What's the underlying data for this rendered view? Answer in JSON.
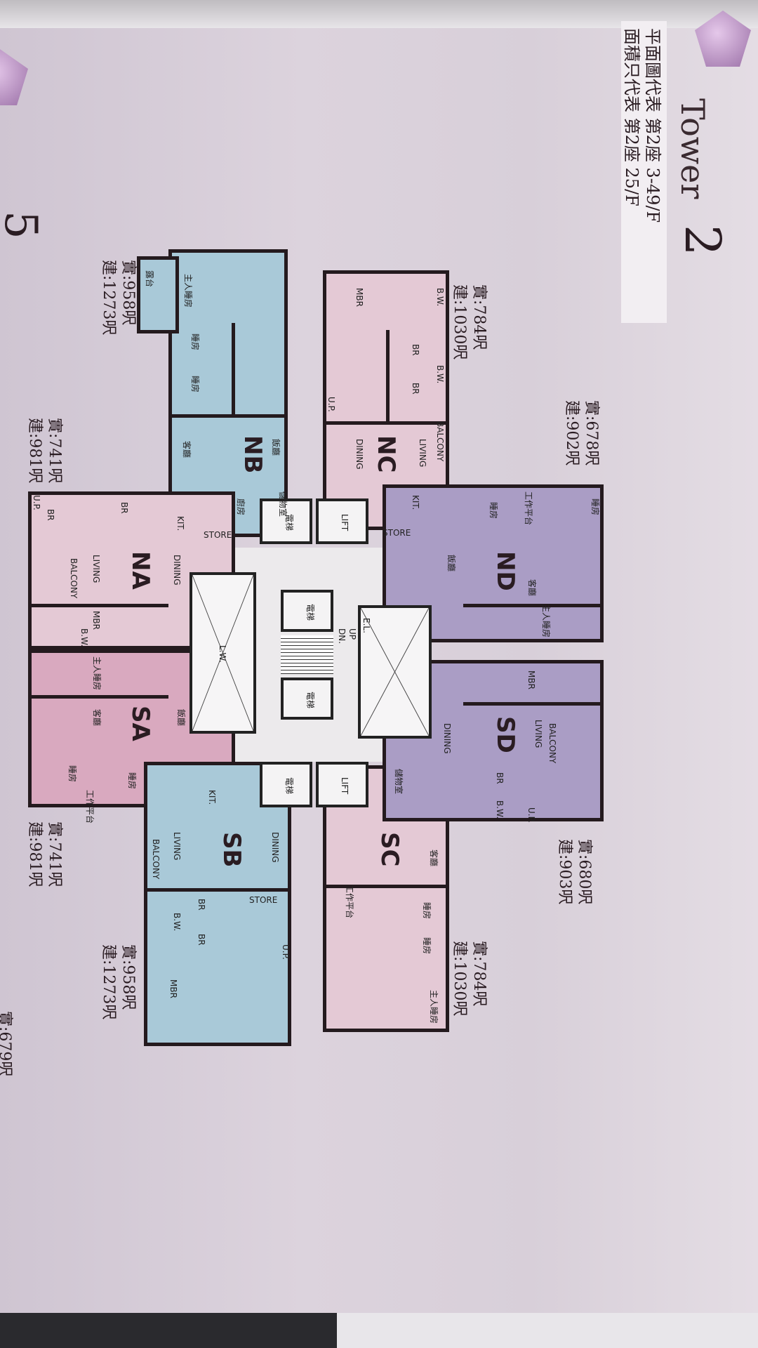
{
  "header": {
    "title": "Tower",
    "title_number": "2",
    "subtitle_lines": [
      "平面圖代表 第2座 3-49/F",
      "面積只代表 第2座 25/F"
    ]
  },
  "left_edge": {
    "partial_number": "5",
    "partial_area": "實:679呎"
  },
  "colors": {
    "background": "#d8cfd9",
    "unit_blue": "#a9c9d8",
    "unit_pink": "#e4c9d5",
    "unit_rose": "#d9a9bf",
    "unit_purple": "#aa9dc5",
    "core": "#eceaec"
  },
  "units": {
    "NA": {
      "name": "NA",
      "saleable": "實:741呎",
      "gross": "建:981呎",
      "rooms": [
        "LIVING",
        "DINING",
        "BALCONY",
        "MBR",
        "BR",
        "BR",
        "B.W.",
        "U.P."
      ]
    },
    "NB": {
      "name": "NB",
      "saleable": "實:958呎",
      "gross": "建:1273呎",
      "rooms": [
        "客廳",
        "飯廳",
        "主人睡房",
        "睡房",
        "睡房",
        "廚房",
        "儲物室",
        "STORE",
        "KIT.",
        "露台"
      ]
    },
    "NC": {
      "name": "NC",
      "saleable": "實:784呎",
      "gross": "建:1030呎",
      "rooms": [
        "LIVING",
        "DINING",
        "BALCONY",
        "MBR",
        "BR",
        "BR",
        "B.W.",
        "B.W.",
        "U.P.",
        "KIT.",
        "STORE"
      ]
    },
    "ND": {
      "name": "ND",
      "saleable": "實:678呎",
      "gross": "建:902呎",
      "rooms": [
        "飯廳",
        "客廳",
        "主人睡房",
        "睡房",
        "睡房",
        "工作平台"
      ]
    },
    "SA": {
      "name": "SA",
      "saleable": "實:741呎",
      "gross": "建:981呎",
      "rooms": [
        "客廳",
        "飯廳",
        "主人睡房",
        "睡房",
        "睡房",
        "工作平台"
      ]
    },
    "SB": {
      "name": "SB",
      "saleable": "實:958呎",
      "gross": "建:1273呎",
      "rooms": [
        "LIVING",
        "DINING",
        "BALCONY",
        "STORE",
        "BR",
        "BR",
        "MBR",
        "B.W.",
        "U.P.",
        "KIT."
      ]
    },
    "SC": {
      "name": "SC",
      "saleable": "實:784呎",
      "gross": "建:1030呎",
      "rooms": [
        "客廳",
        "睡房",
        "睡房",
        "主人睡房",
        "工作平台",
        "儲物室"
      ]
    },
    "SD": {
      "name": "SD",
      "saleable": "實:680呎",
      "gross": "建:903呎",
      "rooms": [
        "LIVING",
        "DINING",
        "BALCONY",
        "MBR",
        "BR",
        "B.W.",
        "U.P."
      ]
    }
  },
  "core": {
    "lift_zh": "電梯",
    "lift_en": "LIFT",
    "light_well": "L.W.",
    "down": "DN.",
    "up": "UP",
    "electrical": "E.L."
  }
}
